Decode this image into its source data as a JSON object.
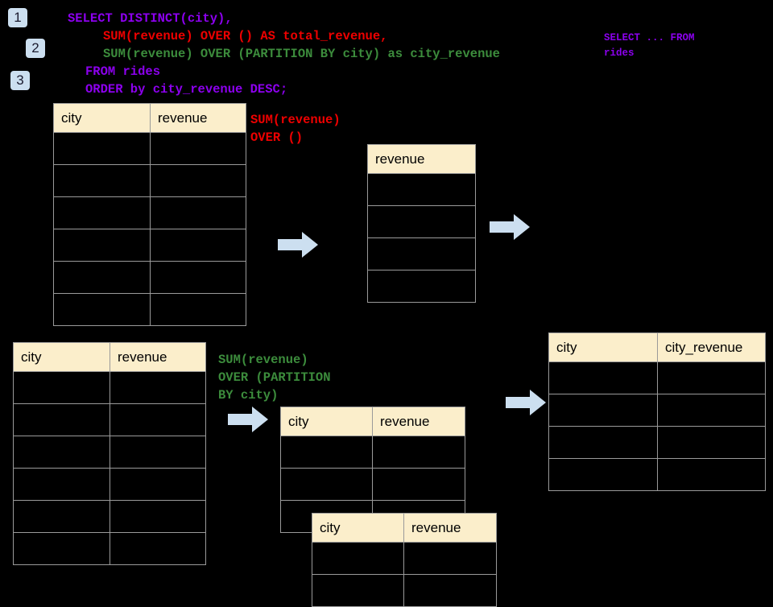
{
  "page": {
    "background": "#000000",
    "title": "SQL window function flow diagram"
  },
  "colors": {
    "purple": "#8c00ee",
    "red": "#ee0000",
    "green": "#3c8c3c",
    "header_cream": "#fbeecb",
    "badge_blue": "#ccdff0",
    "arrow_blue": "#ccdff0",
    "border_gray": "#9a9a9a"
  },
  "badges": [
    {
      "label": "1"
    },
    {
      "label": "2"
    },
    {
      "label": "3"
    }
  ],
  "sql": {
    "line1": "SELECT DISTINCT(city),",
    "line2": "SUM(revenue) OVER () AS total_revenue,",
    "line3": "SUM(revenue) OVER (PARTITION BY city) as city_revenue",
    "line4": "FROM rides",
    "line5": "ORDER by city_revenue DESC;"
  },
  "annotations": {
    "from_rides": "SELECT ... FROM\nrides",
    "sum_over_empty": "SUM(revenue)\nOVER ()",
    "sum_over_partition": "SUM(revenue)\nOVER (PARTITION\nBY city)"
  },
  "tables": {
    "rides_top": {
      "name": "rides-source-table-top",
      "headers": [
        "city",
        "revenue"
      ],
      "row_count": 6
    },
    "total_revenue": {
      "name": "total-revenue-table",
      "headers": [
        "revenue"
      ],
      "row_count": 4
    },
    "rides_bottom": {
      "name": "rides-source-table-bottom",
      "headers": [
        "city",
        "revenue"
      ],
      "row_count": 6
    },
    "partition_back": {
      "name": "partition-group-table-back",
      "headers": [
        "city",
        "revenue"
      ],
      "row_count": 3
    },
    "partition_front": {
      "name": "partition-group-table-front",
      "headers": [
        "city",
        "revenue"
      ],
      "row_count": 2
    },
    "city_revenue": {
      "name": "city-revenue-result-table",
      "headers": [
        "city",
        "city_revenue"
      ],
      "row_count": 4
    }
  },
  "arrows": [
    {
      "name": "arrow-rides-to-total"
    },
    {
      "name": "arrow-total-to-next"
    },
    {
      "name": "arrow-rides-to-partition"
    },
    {
      "name": "arrow-partition-to-result"
    }
  ]
}
